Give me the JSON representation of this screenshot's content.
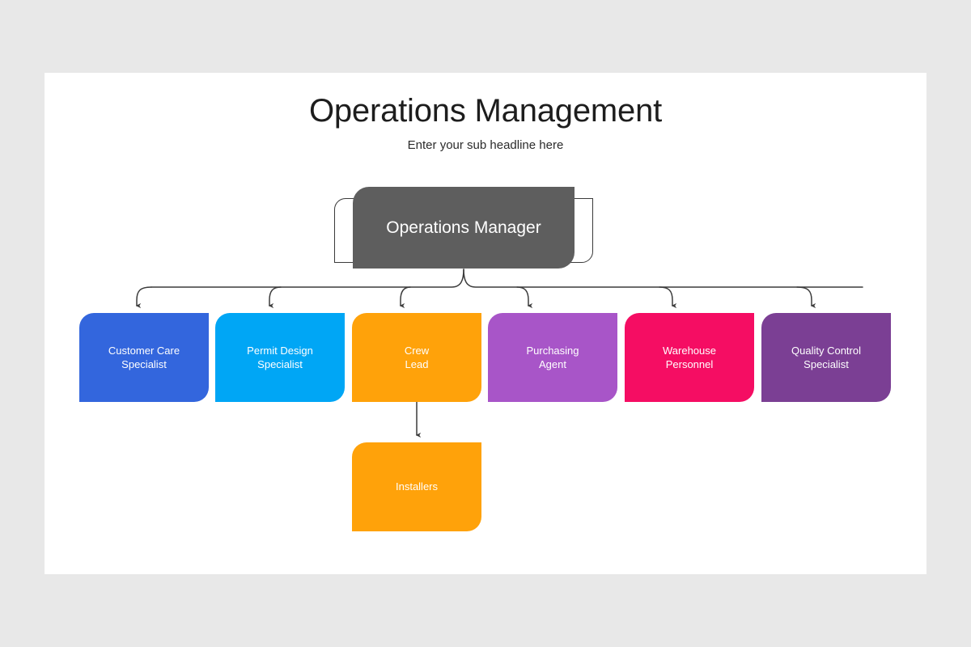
{
  "slide": {
    "title": "Operations Management",
    "subtitle": "Enter your sub headline here",
    "background_color": "#e8e8e8",
    "canvas_color": "#ffffff"
  },
  "chart_data": {
    "type": "org-chart",
    "title": "Operations Management",
    "subtitle": "Enter your sub headline here",
    "root": {
      "label": "Operations Manager",
      "color": "#5e5e5e",
      "text_color": "#ffffff"
    },
    "children": [
      {
        "label": "Customer Care\nSpecialist",
        "color": "#3366dd",
        "text_color": "#ffffff"
      },
      {
        "label": "Permit Design\nSpecialist",
        "color": "#00a6f5",
        "text_color": "#ffffff"
      },
      {
        "label": "Crew\nLead",
        "color": "#ffa20a",
        "text_color": "#ffffff"
      },
      {
        "label": "Purchasing\nAgent",
        "color": "#a855c8",
        "text_color": "#ffffff"
      },
      {
        "label": "Warehouse\nPersonnel",
        "color": "#f50d63",
        "text_color": "#ffffff"
      },
      {
        "label": "Quality Control\nSpecialist",
        "color": "#7b3f94",
        "text_color": "#ffffff"
      }
    ],
    "grandchildren": [
      {
        "label": "Installers",
        "color": "#ffa20a",
        "text_color": "#ffffff",
        "parent": "Crew\nLead"
      }
    ],
    "connector_color": "#3b3b3b",
    "connector_style": "curved-bracket-with-arrowheads"
  }
}
